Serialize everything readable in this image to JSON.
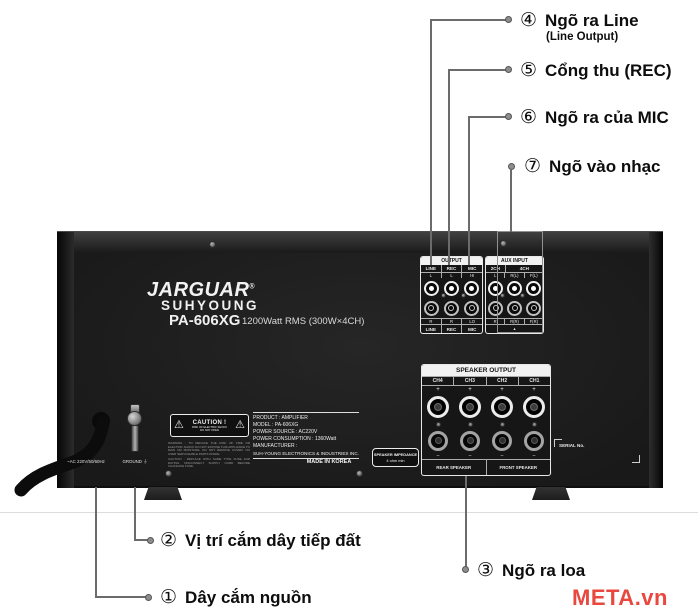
{
  "callouts": {
    "right": [
      {
        "num": "④",
        "label": "Ngõ ra Line",
        "sub": "(Line Output)"
      },
      {
        "num": "⑤",
        "label": "Cổng thu (REC)"
      },
      {
        "num": "⑥",
        "label": "Ngõ ra của MIC"
      },
      {
        "num": "⑦",
        "label": "Ngõ vào nhạc"
      }
    ],
    "bottom": [
      {
        "num": "②",
        "label": "Vị trí cắm dây tiếp đất"
      },
      {
        "num": "①",
        "label": "Dây cắm nguồn"
      },
      {
        "num": "③",
        "label": "Ngõ ra loa"
      }
    ]
  },
  "watermark": {
    "text": "META.vn",
    "color": "#e9483f"
  },
  "amp": {
    "brand": "JARGUAR",
    "reg": "®",
    "brand2": "SUHYOUNG",
    "model": "PA-606XG",
    "specs": "1200Watt RMS (300W×4CH)",
    "ac_label": "~AC 220V/50/60Hz",
    "ground_label": "GROUND ⏚",
    "caution": {
      "icon": "⚠",
      "title": "CAUTION !",
      "line1": "RISK OF ELECTRIC SHOCK",
      "line2": "DO NOT OPEN",
      "warning": "WARNING : TO REDUCE THE RISK OF FIRE OR ELECTRIC SHOCK DO NOT EXPOSE THIS APPLIANCE TO RAIN OR MOISTURE. DO NOT REMOVE COVER. NO USER SERVICEABLE PARTS INSIDE.",
      "caution2": "CAUTION : REPLACE WITH SAME TYPE FUSE AND RATING. DISCONNECT SUPPLY CORD BEFORE CHANGING FUSE."
    },
    "product": {
      "lines": [
        "PRODUCT : AMPLIFIER",
        "MODEL : PA-606XG",
        "POWER SOURCE : AC220V",
        "POWER CONSUMPTION : 1360Watt",
        "MANUFACTURER :",
        "SUH-YOUNG ELECTRONICS & INDUSTRIES INC."
      ],
      "origin": "MADE IN KOREA"
    },
    "impedance": {
      "line1": "SPEAKER IMPEDANCE",
      "line2": "4 ohm min"
    },
    "serial_label": "SERIAL No.",
    "jacks": {
      "groups": [
        {
          "name": "OUTPUT",
          "cols": [
            {
              "head": "LINE",
              "top": "L",
              "bot": "R",
              "foot": "LINE"
            },
            {
              "head": "REC",
              "top": "L",
              "bot": "R",
              "foot": "REC"
            },
            {
              "head": "MIC",
              "top": "HI",
              "bot": "LO",
              "foot": "MIC"
            }
          ]
        },
        {
          "name": "AUX INPUT",
          "head1": "2CH",
          "head2": "4CH",
          "cols": [
            {
              "top": "L",
              "bot": "R"
            },
            {
              "top": "R(L)",
              "bot": "R(R)"
            },
            {
              "top": "F(L)",
              "bot": "F(R)"
            }
          ],
          "foot": "▲"
        }
      ]
    },
    "speaker": {
      "title": "SPEAKER OUTPUT",
      "channels": [
        "CH4",
        "CH3",
        "CH2",
        "CH1"
      ],
      "plus": "+",
      "minus": "–",
      "groups": [
        "REAR SPEAKER",
        "FRONT SPEAKER"
      ]
    }
  }
}
